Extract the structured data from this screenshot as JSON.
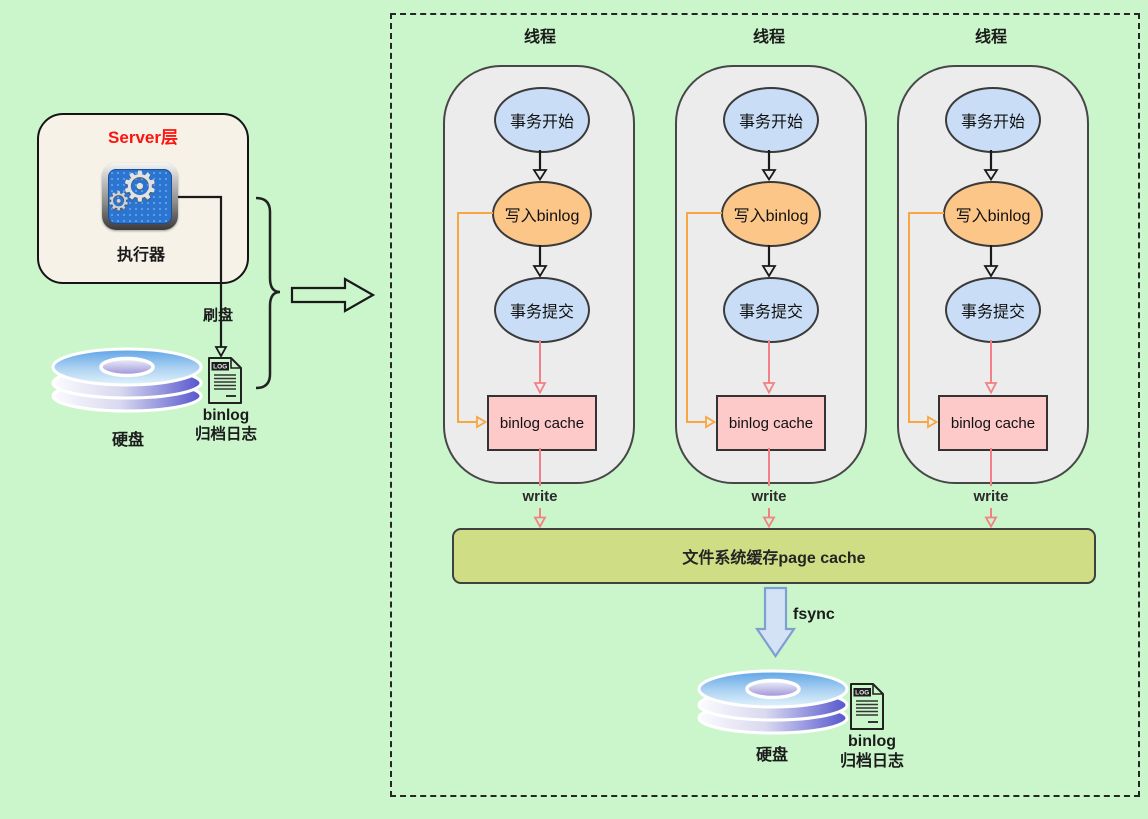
{
  "server_panel": {
    "title": "Server层",
    "executor_label": "执行器",
    "flush_label": "刷盘",
    "disk_label": "硬盘",
    "file_label_line1": "binlog",
    "file_label_line2": "归档日志",
    "file_tag": "LOG"
  },
  "threads": [
    {
      "title": "线程",
      "start": "事务开始",
      "write_binlog": "写入binlog",
      "commit": "事务提交",
      "cache": "binlog cache",
      "write_label": "write"
    },
    {
      "title": "线程",
      "start": "事务开始",
      "write_binlog": "写入binlog",
      "commit": "事务提交",
      "cache": "binlog cache",
      "write_label": "write"
    },
    {
      "title": "线程",
      "start": "事务开始",
      "write_binlog": "写入binlog",
      "commit": "事务提交",
      "cache": "binlog cache",
      "write_label": "write"
    }
  ],
  "page_cache_label": "文件系统缓存page cache",
  "fsync_label": "fsync",
  "bottom_storage": {
    "disk_label": "硬盘",
    "file_label_line1": "binlog",
    "file_label_line2": "归档日志",
    "file_tag": "LOG"
  },
  "colors": {
    "background": "#cbf6cb",
    "server_box_fill": "#f6f2e7",
    "server_title_red": "#fb1410",
    "thread_box_fill": "#ececec",
    "ellipse_blue": "#c9def6",
    "ellipse_orange": "#fbc687",
    "cache_pink": "#fec9c9",
    "page_cache_olive": "#cfdd84",
    "arrow_pink": "#f47f84",
    "arrow_orange": "#f8a641",
    "fsync_arrow_fill": "#d4e2f6",
    "fsync_arrow_border": "#7f9ed1"
  }
}
